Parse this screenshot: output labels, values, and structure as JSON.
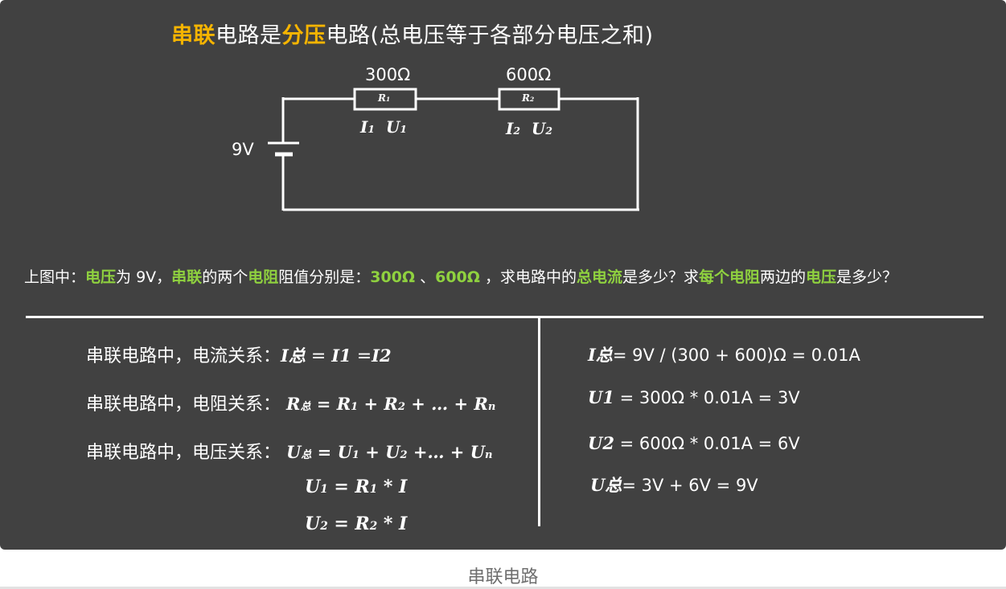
{
  "title": {
    "part1": "串联",
    "part2": "电路是",
    "part3": "分压",
    "part4": "电路(总电压等于各部分电压之和)"
  },
  "circuit": {
    "battery_label": "9V",
    "r1": {
      "value": "300Ω",
      "symbol": "R",
      "sub": "1",
      "current": "I",
      "current_sub": "1",
      "voltage": "U",
      "voltage_sub": "1"
    },
    "r2": {
      "value": "600Ω",
      "symbol": "R",
      "sub": "2",
      "current": "I",
      "current_sub": "2",
      "voltage": "U",
      "voltage_sub": "2"
    }
  },
  "question": {
    "t1": "上图中：",
    "h1": "电压",
    "t2": "为 9V，",
    "h2": "串联",
    "t3": "的两个",
    "h3": "电阻",
    "t4": "阻值分别是：",
    "h4": "300Ω",
    "t5": " 、",
    "h5": "600Ω",
    "t6": " ，求电路中的",
    "h6": "总电流",
    "t7": "是多少？求",
    "h7": "每个电阻",
    "t8": "两边的",
    "h8": "电压",
    "t9": "是多少？"
  },
  "relations": {
    "current": {
      "label": "串联电路中，电流关系：",
      "formula_a": "I",
      "sub_a": "总",
      "eq": " =  ",
      "formula_b": "I",
      "sub_b": "1",
      "eq2": "  =",
      "formula_c": "I",
      "sub_c": "2"
    },
    "resistance": {
      "label": "串联电路中，电阻关系：",
      "formula": "R",
      "sub": "总",
      "rest": " = R",
      "s1": "1",
      "p1": " + R",
      "s2": "2",
      "p2": " + … + R",
      "sn": "n"
    },
    "voltage": {
      "label": "串联电路中，电压关系：",
      "formula": "U",
      "sub": "总",
      "rest": " = U",
      "s1": "1",
      "p1": " + U",
      "s2": "2",
      "p2": " +… + U",
      "sn": "n"
    },
    "u1": {
      "a": "U",
      "sa": "1",
      "b": " = R",
      "sb": "1",
      "c": " * I"
    },
    "u2": {
      "a": "U",
      "sa": "2",
      "b": " = R",
      "sb": "2",
      "c": " * I"
    }
  },
  "solutions": {
    "i_total": {
      "sym": "I",
      "sub": "总",
      "text": "= 9V / (300 + 600)Ω = 0.01A"
    },
    "u1": {
      "sym": "U",
      "sub": "1",
      "text": " = 300Ω * 0.01A = 3V"
    },
    "u2": {
      "sym": "U",
      "sub": "2",
      "text": " = 600Ω * 0.01A = 6V"
    },
    "u_total": {
      "sym": "U",
      "sub": "总",
      "text": "= 3V + 6V = 9V"
    }
  },
  "caption": "串联电路"
}
